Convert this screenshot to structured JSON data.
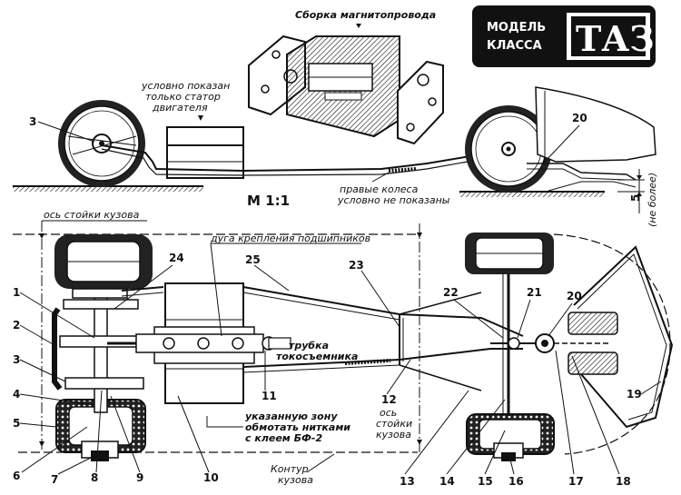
{
  "badge": {
    "line1": "МОДЕЛЬ",
    "line2": "КЛАССА",
    "big": "ТАЗ"
  },
  "annotations": {
    "magnet_assembly": "Сборка магнитопровода",
    "stator_note_1": "условно показан",
    "stator_note_2": "только статор",
    "stator_note_3": "двигателя",
    "scale": "M 1:1",
    "right_wheels_1": "правые колеса",
    "right_wheels_2": "условно не показаны",
    "body_post_axis_top": "ось стойки кузова",
    "bearing_arc": "дуга крепления подшипников",
    "current_tube_1": "трубка",
    "current_tube_2": "токосъемника",
    "wrap_zone_1": "указанную зону",
    "wrap_zone_2": "обмотать нитками",
    "wrap_zone_3": "с клеем БФ-2",
    "body_post_axis_1": "ось",
    "body_post_axis_2": "стойки",
    "body_post_axis_3": "кузова",
    "body_contour_1": "Контур",
    "body_contour_2": "кузова",
    "dim_value": "5",
    "dim_note": "(не более)"
  },
  "callouts": {
    "c1": "1",
    "c2": "2",
    "c3": "3",
    "c3top": "3",
    "c4": "4",
    "c5": "5",
    "c6": "6",
    "c7": "7",
    "c8": "8",
    "c9": "9",
    "c10": "10",
    "c11": "11",
    "c12": "12",
    "c13": "13",
    "c14": "14",
    "c15": "15",
    "c16": "16",
    "c17": "17",
    "c18": "18",
    "c19": "19",
    "c20": "20",
    "c20top": "20",
    "c21": "21",
    "c22": "22",
    "c23": "23",
    "c24": "24",
    "c25": "25"
  }
}
